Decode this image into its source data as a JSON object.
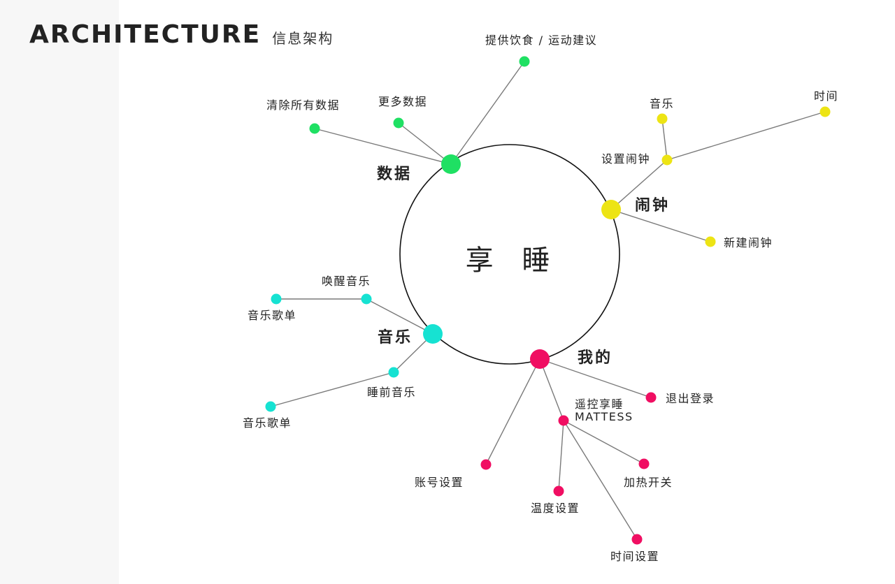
{
  "header": {
    "title": "ARCHITECTURE",
    "subtitle": "信息架构"
  },
  "center": {
    "label": "享 睡"
  },
  "colors": {
    "data": "#1fe063",
    "alarm": "#ede414",
    "music": "#16e2d2",
    "mine": "#f00e62"
  },
  "branches": {
    "data": {
      "label": "数据",
      "children": {
        "diet": "提供饮食 / 运动建议",
        "more": "更多数据",
        "clear": "清除所有数据"
      }
    },
    "alarm": {
      "label": "闹钟",
      "children": {
        "set": "设置闹钟",
        "set_music": "音乐",
        "set_time": "时间",
        "new": "新建闹钟"
      }
    },
    "music": {
      "label": "音乐",
      "children": {
        "wake": "唤醒音乐",
        "wake_list": "音乐歌单",
        "sleep": "睡前音乐",
        "sleep_list": "音乐歌单"
      }
    },
    "mine": {
      "label": "我的",
      "children": {
        "logout": "退出登录",
        "remote": "遥控享睡",
        "remote_sub": "MATTESS",
        "heat": "加热开关",
        "temp": "温度设置",
        "time": "时间设置",
        "account": "账号设置"
      }
    }
  }
}
